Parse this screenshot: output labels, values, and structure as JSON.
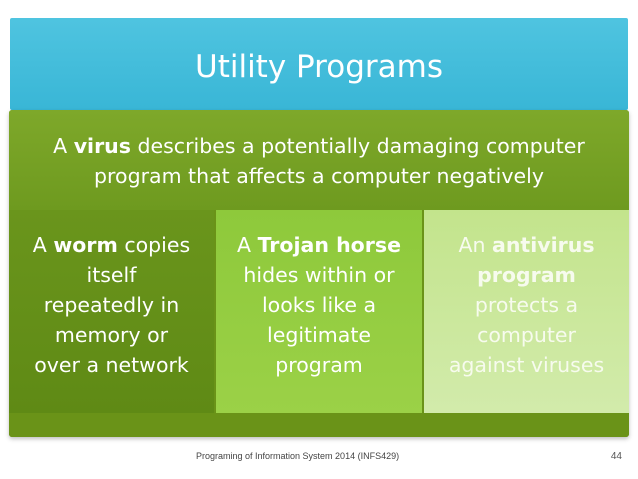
{
  "slide": {
    "title": "Utility Programs",
    "top": {
      "pre": "A ",
      "bold": "virus",
      "post_line1": " describes a potentially damaging computer",
      "post_line2": "program that affects a computer negatively"
    },
    "boxes": [
      {
        "pre": "A ",
        "bold": "worm",
        "post_line1": " copies",
        "line2": "itself",
        "line3": "repeatedly in",
        "line4": "memory or",
        "line5": "over a network"
      },
      {
        "pre": "A ",
        "bold": "Trojan horse",
        "line2": "hides within or",
        "line3": "looks like a",
        "line4": "legitimate",
        "line5": "program"
      },
      {
        "pre": "An ",
        "bold1": "antivirus",
        "bold2": "program",
        "line3": "protects a",
        "line4": "computer",
        "line5": "against viruses"
      }
    ],
    "colors": {
      "title_band": "#39b6d6",
      "top_box": "#7ea82a",
      "box1": "#6a951c",
      "box2": "#8ec93b",
      "box3": "#c3e48c"
    }
  },
  "footer": {
    "course": "Programing of Information System 2014 (INFS429)",
    "page_number": "44"
  }
}
